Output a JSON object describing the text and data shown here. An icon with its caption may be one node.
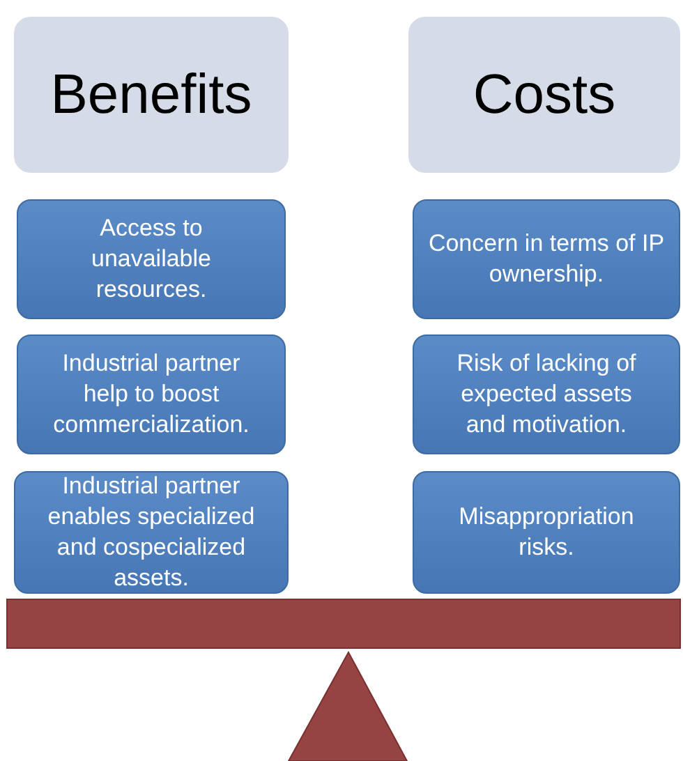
{
  "diagram": {
    "nodes": [
      {
        "text": [
          "Benefits"
        ]
      },
      {
        "text": [
          "Access to unavailable resources."
        ]
      },
      {
        "text": [
          "Industrial partner help to boost commercialization."
        ]
      },
      {
        "text": [
          "Industrial partner enables specialized and cospecialized assets."
        ]
      },
      {
        "text": [
          "Costs"
        ]
      },
      {
        "text": [
          "Concern in terms of IP ownership."
        ]
      },
      {
        "text": [
          "Risk of lacking of expected assets and motivation."
        ]
      },
      {
        "text": [
          "Misappropriation risks."
        ]
      }
    ]
  }
}
